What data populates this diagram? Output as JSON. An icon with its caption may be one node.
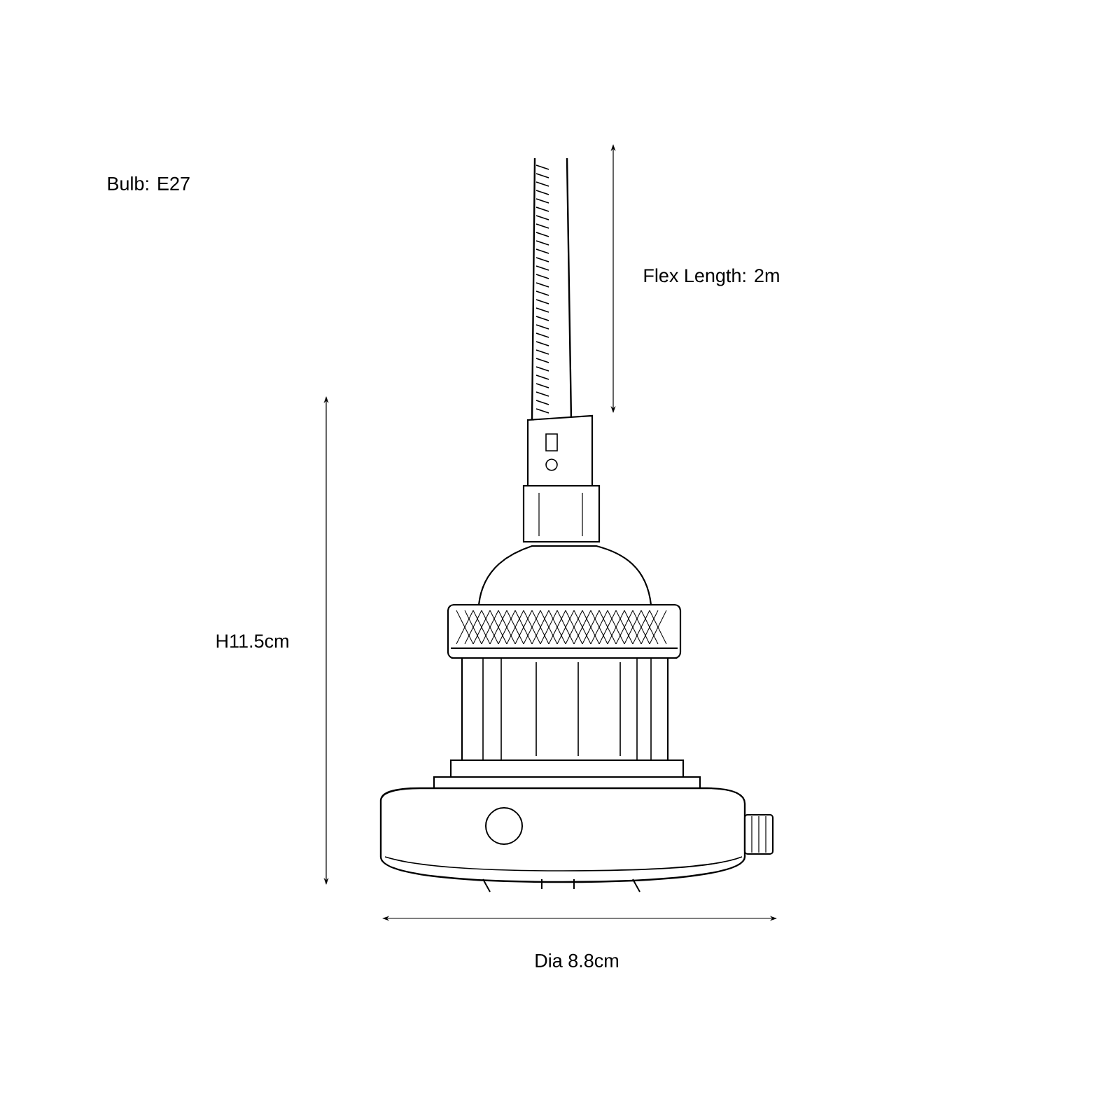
{
  "diagram": {
    "labels": [
      "Bulb: E27",
      "Flex Length: 2m",
      "H11.5cm",
      "Dia 8.8cm"
    ]
  }
}
